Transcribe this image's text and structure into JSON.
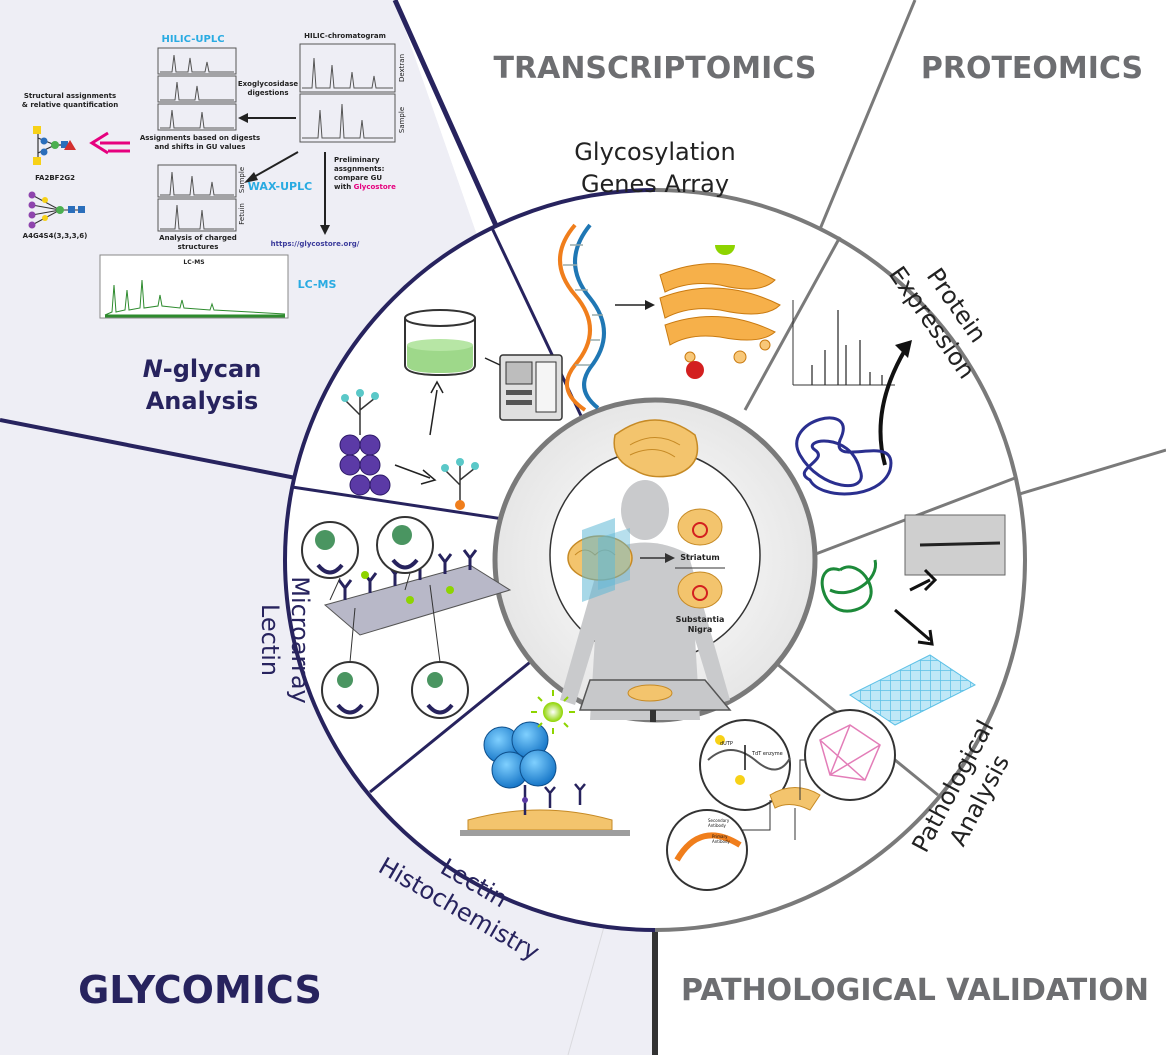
{
  "quadrants": {
    "transcriptomics": "TRANSCRIPTOMICS",
    "proteomics": "PROTEOMICS",
    "glycomics": "GLYCOMICS",
    "pathological_validation": "PATHOLOGICAL VALIDATION"
  },
  "sections": {
    "glycosylation_genes_array": [
      "Glycosylation",
      "Genes Array"
    ],
    "protein_expression": [
      "Protein",
      "Expression"
    ],
    "pathological_analysis": [
      "Pathological",
      "Analysis"
    ],
    "lectin_histochemistry": [
      "Lectin",
      "Histochemistry"
    ],
    "lectin_microarray": [
      "Lectin",
      "Microarray"
    ],
    "n_glycan_analysis": {
      "italic": "N",
      "rest": "-glycan",
      "line2": "Analysis"
    }
  },
  "center": {
    "striatum": "Striatum",
    "substantia_nigra": [
      "Substantia",
      "Nigra"
    ]
  },
  "workflow": {
    "hilic_uplc": "HILIC-UPLC",
    "wax_uplc": "WAX-UPLC",
    "lc_ms": "LC-MS",
    "lc_ms_panel": "LC-MS",
    "hilic_chromatogram": "HILIC-chromatogram",
    "dextran": "Dextran",
    "sample": "Sample",
    "sample2": "Sample",
    "fetuin": "Fetuin",
    "structural_assignments": [
      "Structural assignments",
      "& relative quantification"
    ],
    "exoglycosidase": [
      "Exoglycosidase",
      "digestions"
    ],
    "assignments_digests": [
      "Assignments based on digests",
      "and shifts in GU values"
    ],
    "preliminary": [
      "Preliminary",
      "assgnments:",
      "compare GU",
      "with "
    ],
    "glycostore": "Glycostore",
    "analysis_charged": [
      "Analysis of charged",
      "structures"
    ],
    "glycostore_url": "https://glycostore.org/",
    "glycan1": "FA2BF2G2",
    "glycan2": "A4G4S4(3,3,3,6)"
  },
  "tunel": {
    "dutp": "dUTP",
    "tdt": "TdT enzyme"
  },
  "antibody": {
    "secondary": [
      "Secondary",
      "Antibody"
    ],
    "primary": [
      "Primary",
      "Antibody"
    ]
  },
  "colors": {
    "navy": "#27235e",
    "gray_text": "#6d6e71",
    "cyan": "#29abe2",
    "magenta": "#e6007e",
    "glycomics_bg": "#eeeef5"
  }
}
